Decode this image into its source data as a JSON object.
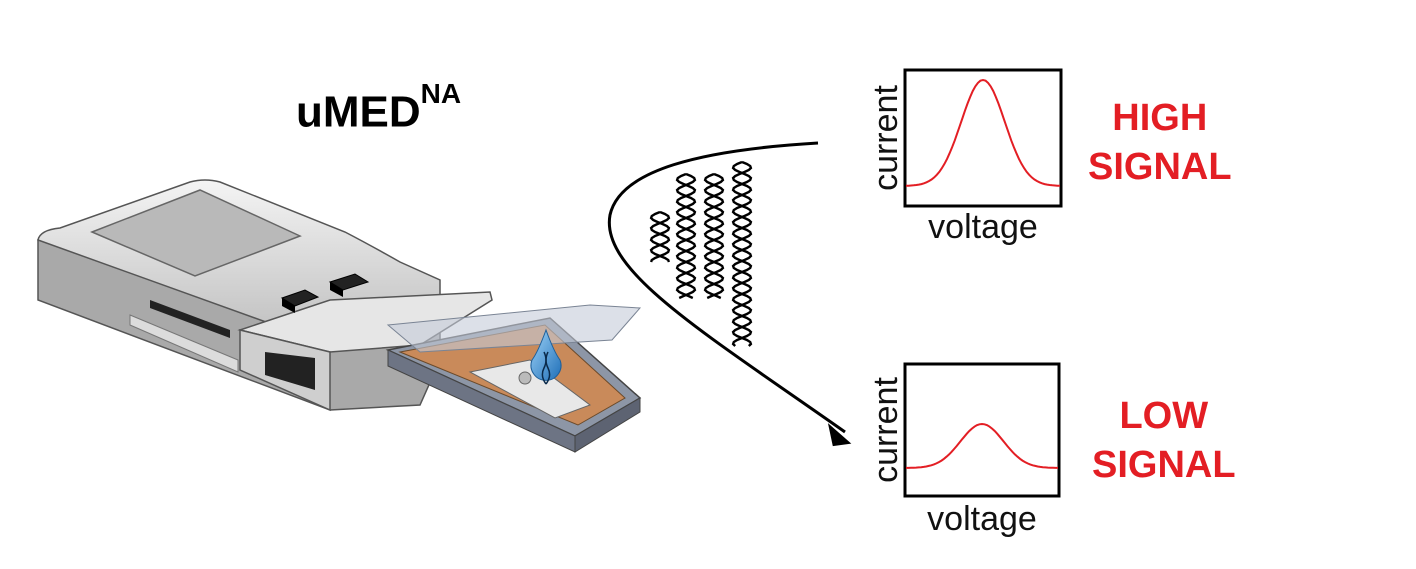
{
  "diagram": {
    "device_title": "uMED",
    "device_title_superscript": "NA",
    "plots": [
      {
        "y_label": "current",
        "x_label": "voltage",
        "signal_line1": "HIGH",
        "signal_line2": "SIGNAL",
        "peak_level": "high"
      },
      {
        "y_label": "current",
        "x_label": "voltage",
        "signal_line1": "LOW",
        "signal_line2": "SIGNAL",
        "peak_level": "low"
      }
    ],
    "colors": {
      "signal": "#e31e24",
      "curve": "#e31e24",
      "droplet": "#3b8fd4",
      "strip": "#c98a5a"
    }
  }
}
